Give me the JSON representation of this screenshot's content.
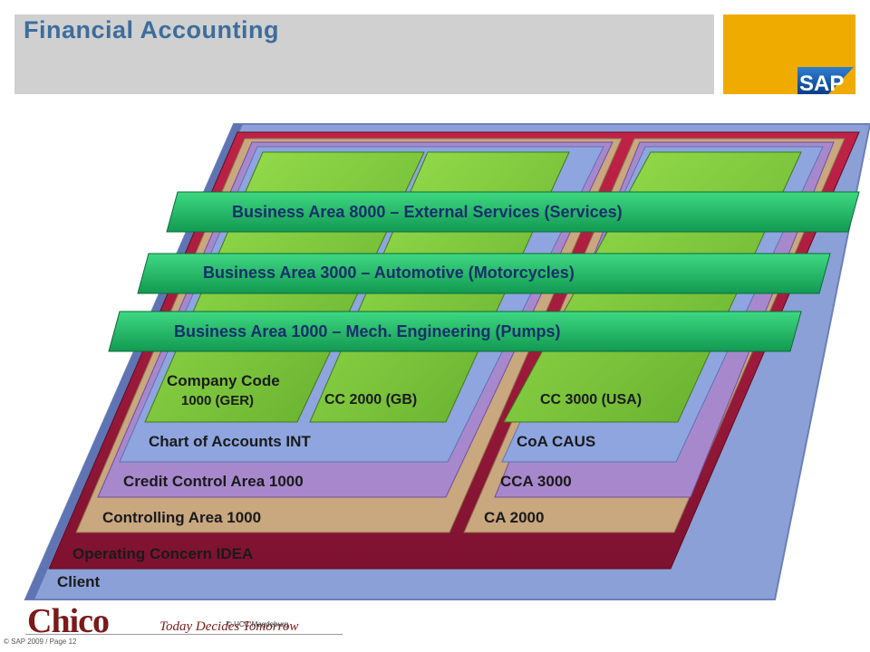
{
  "header": {
    "title": "Financial Accounting",
    "logo_text": "SAP"
  },
  "business_areas": [
    "Business Area 8000 – External Services (Services)",
    "Business Area 3000 – Automotive (Motorcycles)",
    "Business Area 1000 – Mech. Engineering (Pumps)"
  ],
  "company_codes": {
    "cc1_title": "Company Code",
    "cc1_sub": "1000 (GER)",
    "cc2": "CC 2000 (GB)",
    "cc3": "CC 3000 (USA)"
  },
  "levels": {
    "coa_left": "Chart of Accounts INT",
    "coa_right": "CoA CAUS",
    "cca_left": "Credit Control Area 1000",
    "cca_right": "CCA 3000",
    "ca_left": "Controlling Area 1000",
    "ca_right": "CA 2000",
    "operating_concern": "Operating Concern IDEA",
    "client": "Client"
  },
  "footer": {
    "copyright": "© SAP 2009 / Page 12",
    "org_logo": "Chico",
    "tagline": "Today Decides Tomorrow",
    "small_copy": "© UCC Magdeburg"
  },
  "colors": {
    "client": "#8aa0d6",
    "operating_concern": "#a31d3f",
    "controlling_area": "#c9a77f",
    "credit_control": "#a888cc",
    "chart_of_accounts": "#8ea5df",
    "company_code": "#7fcf3c",
    "business_area": "#25b86a",
    "business_area_text": "#16306b"
  }
}
